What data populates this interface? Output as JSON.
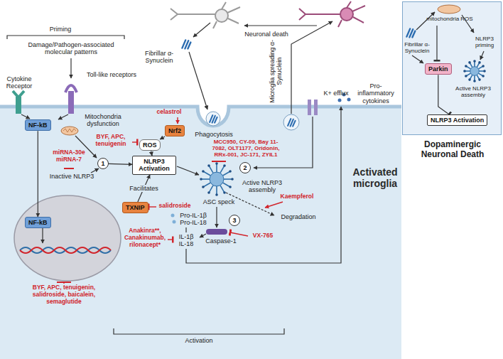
{
  "diagram": {
    "nodes": [
      {
        "text": [
          "Activated microglia"
        ]
      },
      {
        "text": [
          "NF-kB"
        ],
        "in": 0
      },
      {
        "text": [
          "Nrf2"
        ],
        "in": 0
      },
      {
        "text": [
          "ROS"
        ],
        "in": 0
      },
      {
        "text": [
          "1"
        ],
        "in": 0
      },
      {
        "text": [
          "NLRP3 Activation"
        ],
        "in": 0
      },
      {
        "text": [
          "2"
        ],
        "in": 0
      },
      {
        "text": [
          "TXNIP"
        ],
        "in": 0
      },
      {
        "text": [
          "3"
        ],
        "in": 0
      },
      {
        "text": [
          "NF-kB"
        ],
        "in": 0
      },
      {
        "text": [
          "Dopaminergic Neuronal Death"
        ]
      },
      {
        "text": [
          "Parkin"
        ],
        "in": 10
      },
      {
        "text": [
          "NLRP3 Activation"
        ],
        "in": 10
      }
    ],
    "edges": [
      {
        "from": 1,
        "to": 9,
        "arrow": "to"
      },
      {
        "from": 4,
        "to": 5,
        "arrow": "to"
      },
      {
        "from": 3,
        "to": 5,
        "arrow": "to"
      },
      {
        "from": 2,
        "to": 3,
        "arrow": "to"
      },
      {
        "from": 7,
        "to": 5,
        "label": "Facilitates",
        "arrow": "to"
      },
      {
        "from": 11,
        "to": 12,
        "arrow": "to"
      }
    ],
    "labels": [
      "Priming",
      "Damage/Pathogen-associated molecular patterns",
      "Toll-like receptors",
      "Cytokine Receptor",
      "Neuronal death",
      "Fibrillar α-Synuclein",
      "Phagocytosis",
      "Mitochondria dysfunction",
      "K+ efflux",
      "Microglia spreading α-Synuclein",
      "Pro-inflammatory cytokines",
      "BYF, APC, tenuigenin",
      "celastrol",
      "MCC950, CY-09, Bay 11-7082, OLT1177, Oridonin, RRx-001, JC-171, ZYIL1",
      "miRNA-30e miRNA-7",
      "Inactive NLRP3",
      "salidroside",
      "Active NLRP3 assembly",
      "ASC speck",
      "Kaempferol",
      "Degradation",
      "Pro-IL-1β Pro-IL-18",
      "Caspase-1",
      "VX-765",
      "Anakinra**, Canakinumab, rilonacept*",
      "IL-1β IL-18",
      "BYF, APC, tenuigenin, salidroside, baicalein, semaglutide",
      "Activation",
      "mitochondria ROS",
      "NLRP3 priming",
      "Fibrillar α-Synuclein",
      "Active NLRP3 assembly"
    ]
  }
}
